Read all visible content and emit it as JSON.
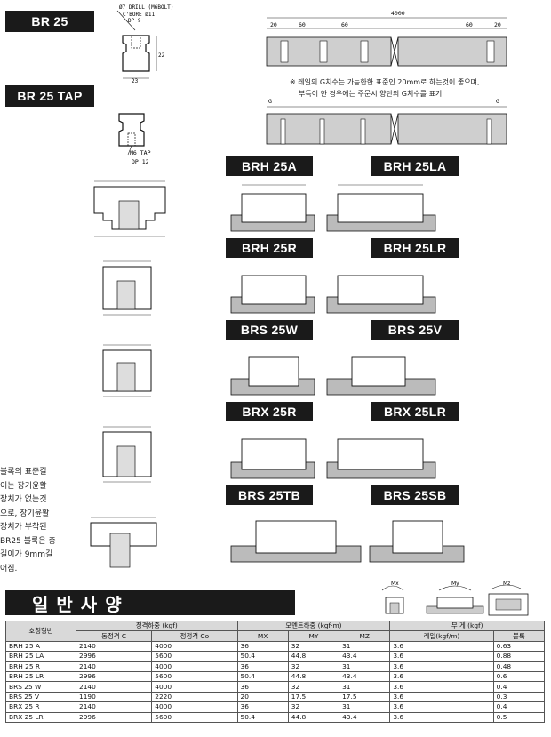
{
  "labels": {
    "br25": "BR 25",
    "br25tap": "BR 25 TAP",
    "brh25a": "BRH 25A",
    "brh25la": "BRH 25LA",
    "brh25r": "BRH 25R",
    "brh25lr": "BRH 25LR",
    "brs25w": "BRS 25W",
    "brs25v": "BRS 25V",
    "brx25r": "BRX 25R",
    "brx25lr": "BRX 25LR",
    "brs25tb": "BRS 25TB",
    "brs25sb": "BRS 25SB"
  },
  "rail_drawing": {
    "drill": "Ø7 DRILL (M6BOLT)",
    "cbore": "C'BORE Ø11",
    "dp": "DP 9",
    "height": "22",
    "width": "23",
    "length": "4000",
    "pitch_a": "20",
    "pitch_b": "60",
    "pitch_c": "60",
    "pitch_d": "60",
    "pitch_e": "20"
  },
  "tap_drawing": {
    "tap": "M6 TAP",
    "dp": "DP 12",
    "g": "G"
  },
  "notes": {
    "line1": "※ 레일의 G치수는 가능한한 표준인 20mm로 하는것이 좋으며,",
    "line2": "부득이 한 경우에는 주문시 양단의 G치수를 표기."
  },
  "side_text": [
    "블록의 표준길",
    "이는 장기윤활",
    "장치가 없는것",
    "으로, 장기윤활",
    "장치가 부착된",
    "BR25 블록은 총",
    "길이가 9mm길",
    "어짐."
  ],
  "section_title": "일반사양",
  "moment_labels": {
    "mx": "Mx",
    "my": "My",
    "mz": "Mz"
  },
  "table": {
    "headers": {
      "model": "호칭형번",
      "load": "정격하중 (kgf)",
      "dynamic": "동정격 C",
      "static": "정정격 Co",
      "moment": "모멘트하중 (kgf·m)",
      "mx": "MX",
      "my": "MY",
      "mz": "MZ",
      "weight": "무 게 (kgf)",
      "rail": "레일(kgf/m)",
      "block": "블록"
    },
    "rows": [
      [
        "BRH 25 A",
        "2140",
        "4000",
        "36",
        "32",
        "31",
        "3.6",
        "0.63"
      ],
      [
        "BRH 25 LA",
        "2996",
        "5600",
        "50.4",
        "44.8",
        "43.4",
        "3.6",
        "0.88"
      ],
      [
        "BRH 25 R",
        "2140",
        "4000",
        "36",
        "32",
        "31",
        "3.6",
        "0.48"
      ],
      [
        "BRH 25 LR",
        "2996",
        "5600",
        "50.4",
        "44.8",
        "43.4",
        "3.6",
        "0.6"
      ],
      [
        "BRS 25 W",
        "2140",
        "4000",
        "36",
        "32",
        "31",
        "3.6",
        "0.4"
      ],
      [
        "BRS 25 V",
        "1190",
        "2220",
        "20",
        "17.5",
        "17.5",
        "3.6",
        "0.3"
      ],
      [
        "BRX 25 R",
        "2140",
        "4000",
        "36",
        "32",
        "31",
        "3.6",
        "0.4"
      ],
      [
        "BRX 25 LR",
        "2996",
        "5600",
        "50.4",
        "44.8",
        "43.4",
        "3.6",
        "0.5"
      ]
    ]
  }
}
